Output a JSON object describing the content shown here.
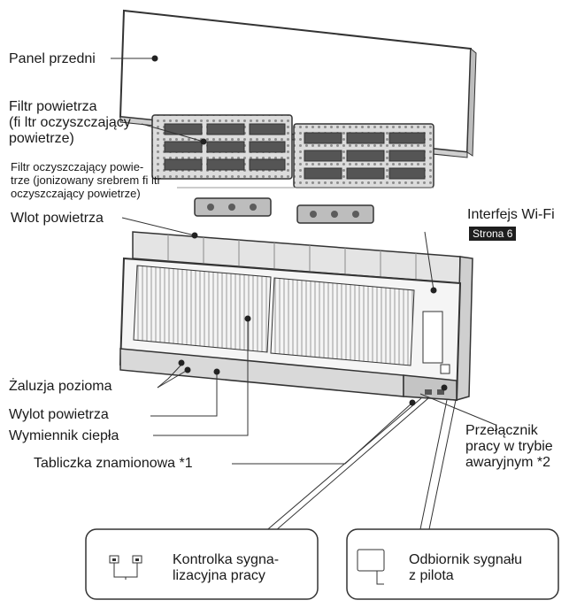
{
  "labels": {
    "front_panel": "Panel przedni",
    "air_filter": "Filtr powietrza\n(fi ltr oczyszczający\npowietrze)",
    "purifying_filter": "Filtr oczyszczający powie-\ntrze (jonizowany srebrem fi ltr\noczyszczający powietrze)",
    "air_inlet": "Wlot powietrza",
    "wifi_interface": "Interfejs Wi-Fi",
    "wifi_page_badge": "Strona 6",
    "horizontal_louver": "Żaluzja pozioma",
    "air_outlet": "Wylot powietrza",
    "heat_exchanger": "Wymiennik ciepła",
    "emergency_switch": "Przełącznik\npracy w trybie\nawaryjnym *2",
    "nameplate": "Tabliczka znamionowa *1",
    "operation_indicator": "Kontrolka sygna-\nlizacyjna pracy",
    "signal_receiver": "Odbiornik sygnału\nz pilota"
  }
}
